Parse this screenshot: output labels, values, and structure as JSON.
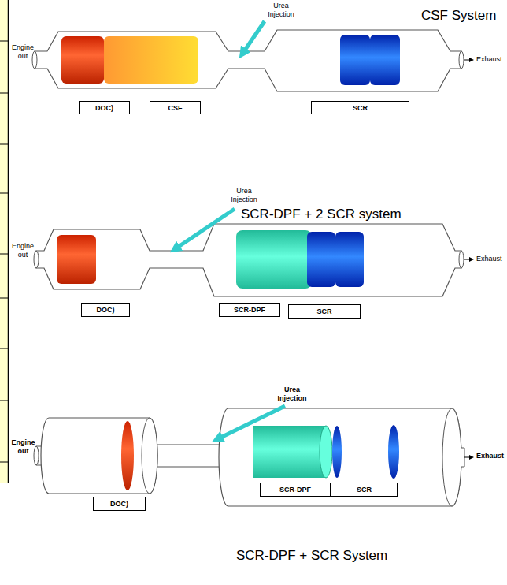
{
  "diagram": {
    "nodes": [
      {
        "text": [
          "DOC)"
        ]
      },
      {
        "text": [
          "CSF"
        ]
      },
      {
        "text": [
          "SCR"
        ]
      },
      {
        "text": [
          "DOC)"
        ]
      },
      {
        "text": [
          "SCR-DPF"
        ]
      },
      {
        "text": [
          "SCR"
        ]
      },
      {
        "text": [
          "DOC)"
        ]
      },
      {
        "text": [
          "SCR-DPF"
        ]
      },
      {
        "text": [
          "SCR"
        ]
      }
    ],
    "labels": [
      "Urea Injection",
      "CSF System",
      "Engine out",
      "Exhaust",
      "Urea Injection",
      "SCR-DPF + 2 SCR system",
      "Engine out",
      "Exhaust",
      "Urea Injection",
      "Engine out",
      "Exhaust",
      "SCR-DPF + SCR System"
    ]
  }
}
